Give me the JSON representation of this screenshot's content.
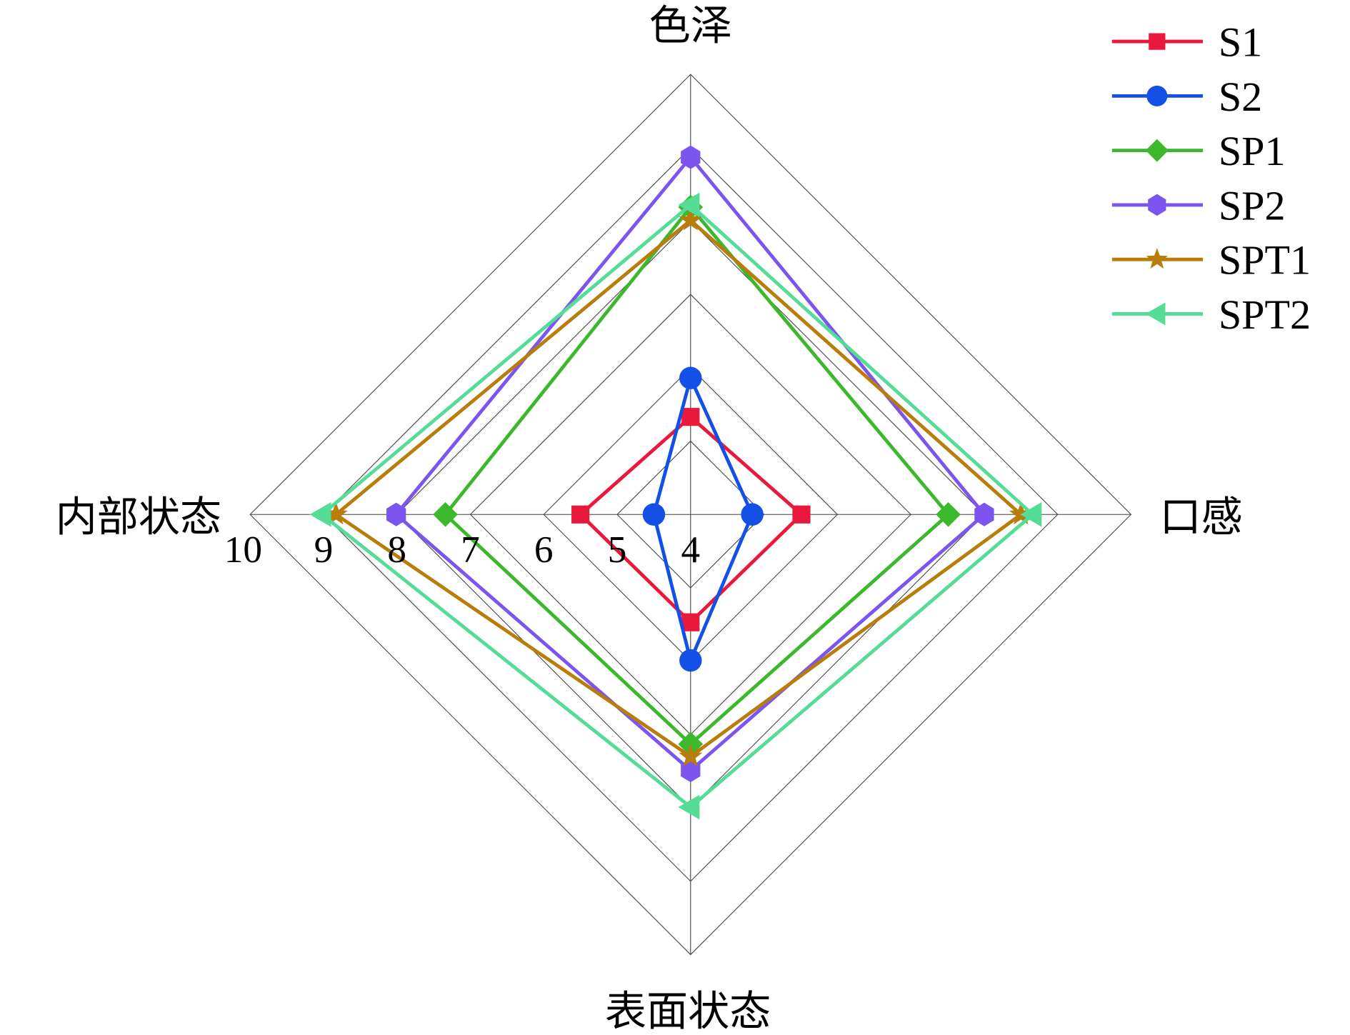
{
  "chart_data": {
    "type": "radar",
    "axes": [
      "色泽",
      "口感",
      "表面状态",
      "内部状态"
    ],
    "rlim": [
      4,
      10
    ],
    "ticks": [
      4,
      5,
      6,
      7,
      8,
      9,
      10
    ],
    "tick_labels": [
      "4",
      "5",
      "6",
      "7",
      "8",
      "9",
      "10"
    ],
    "grid": true,
    "legend_position": "top-right",
    "series": [
      {
        "name": "S1",
        "color": "#e8193c",
        "marker": "square",
        "values": [
          5.33,
          5.51,
          5.47,
          5.5
        ]
      },
      {
        "name": "S2",
        "color": "#1450e6",
        "marker": "circle",
        "values": [
          5.86,
          4.84,
          5.99,
          4.5
        ]
      },
      {
        "name": "SP1",
        "color": "#3cb82c",
        "marker": "diamond",
        "values": [
          8.19,
          7.51,
          7.13,
          7.34
        ]
      },
      {
        "name": "SP2",
        "color": "#7b55ee",
        "marker": "hexagon",
        "values": [
          8.87,
          8.0,
          7.49,
          8.01
        ]
      },
      {
        "name": "SPT1",
        "color": "#b87d0a",
        "marker": "star",
        "values": [
          8.01,
          8.5,
          7.3,
          8.83
        ]
      },
      {
        "name": "SPT2",
        "color": "#55dc96",
        "marker": "triangle-left",
        "values": [
          8.22,
          8.66,
          7.99,
          9.02
        ]
      }
    ]
  }
}
